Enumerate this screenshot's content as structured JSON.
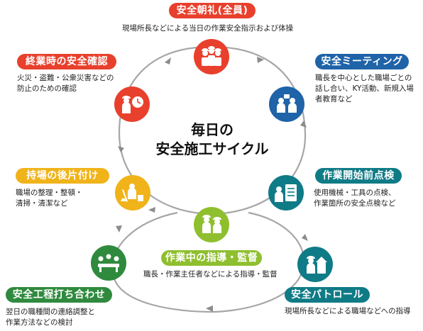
{
  "center": {
    "title": "毎日の\n安全施工サイクル"
  },
  "colors": {
    "red": "#e8402c",
    "blue": "#1f63a8",
    "teal": "#0f7b86",
    "green": "#2f8a3e",
    "lime": "#8fbf2f",
    "yellow": "#f0b31a",
    "arrow": "#999999"
  },
  "steps": [
    {
      "label": "安全朝礼(全員)",
      "desc": "現場所長などによる当日の作業安全指示および体操",
      "color": "red",
      "icon": "team-icon"
    },
    {
      "label": "安全ミーティング",
      "desc": "職長を中心とした職場ごとの\n話し合い、KY活動、新規入場\n者教育など",
      "color": "blue",
      "icon": "meeting-icon"
    },
    {
      "label": "作業開始前点検",
      "desc": "使用機械・工具の点検、\n作業箇所の安全点検など",
      "color": "teal",
      "icon": "checklist-icon"
    },
    {
      "label": "安全パトロール",
      "desc": "現場所長などによる職場などへの指導",
      "color": "teal",
      "icon": "patrol-icon"
    },
    {
      "label": "作業中の指導・監督",
      "desc": "職長・作業主任者などによる指導・監督",
      "color": "lime",
      "icon": "supervision-icon"
    },
    {
      "label": "安全工程打ち合わせ",
      "desc": "翌日の職種間の連絡調整と\n作業方法などの検討",
      "color": "green",
      "icon": "conference-icon"
    },
    {
      "label": "持場の後片付け",
      "desc": "職場の整理・整頓・\n清掃・清潔など",
      "color": "yellow",
      "icon": "cleanup-icon"
    },
    {
      "label": "終業時の安全確認",
      "desc": "火災・盗難・公衆災害などの\n防止のための確認",
      "color": "red",
      "icon": "clock-check-icon"
    }
  ]
}
